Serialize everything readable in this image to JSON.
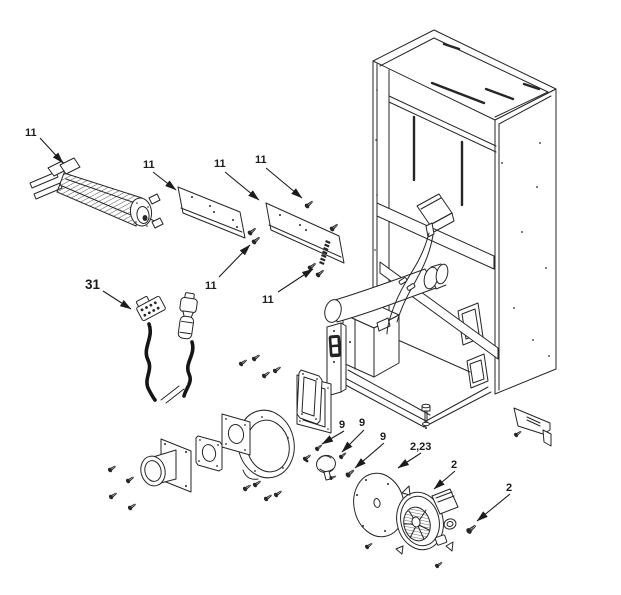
{
  "figure": {
    "kind": "exploded-parts-diagram",
    "subject": "heater blower assembly exploded view",
    "background": "#ffffff",
    "line_color": "#262626",
    "label_color": "#1c1c1c"
  },
  "callouts": [
    {
      "part": "convection-blower",
      "label": "11"
    },
    {
      "part": "mounting-plate-left",
      "label": "11"
    },
    {
      "part": "mounting-plate-right",
      "label": "11"
    },
    {
      "part": "plate-screw-top",
      "label": "11"
    },
    {
      "part": "plate-screws-left",
      "label": "11"
    },
    {
      "part": "plate-screws-right",
      "label": "11"
    },
    {
      "part": "wire-harness",
      "label": "31"
    },
    {
      "part": "pressure-switch-screw-1",
      "label": "9"
    },
    {
      "part": "pressure-switch",
      "label": "9"
    },
    {
      "part": "pressure-switch-screw-2",
      "label": "9"
    },
    {
      "part": "combustion-blower-plate",
      "label": "2,23"
    },
    {
      "part": "combustion-blower-motor",
      "label": "2"
    },
    {
      "part": "combustion-blower-screw",
      "label": "2"
    }
  ]
}
